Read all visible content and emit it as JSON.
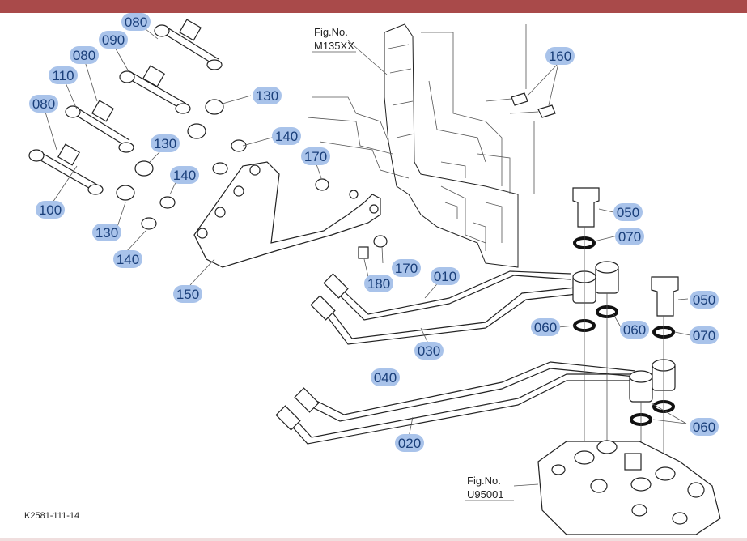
{
  "header": {
    "band_color": "#a94a4a"
  },
  "callout_color": "#a9c3ea",
  "callouts": [
    {
      "label": "080"
    },
    {
      "label": "090"
    },
    {
      "label": "080"
    },
    {
      "label": "110"
    },
    {
      "label": "080"
    },
    {
      "label": "100"
    },
    {
      "label": "130"
    },
    {
      "label": "130"
    },
    {
      "label": "130"
    },
    {
      "label": "140"
    },
    {
      "label": "140"
    },
    {
      "label": "140"
    },
    {
      "label": "150"
    },
    {
      "label": "170"
    },
    {
      "label": "170"
    },
    {
      "label": "180"
    },
    {
      "label": "160"
    },
    {
      "label": "050"
    },
    {
      "label": "070"
    },
    {
      "label": "010"
    },
    {
      "label": "030"
    },
    {
      "label": "060"
    },
    {
      "label": "060"
    },
    {
      "label": "050"
    },
    {
      "label": "070"
    },
    {
      "label": "040"
    },
    {
      "label": "020"
    },
    {
      "label": "060"
    }
  ],
  "fig_refs": [
    {
      "title": "Fig.No.",
      "code": "M135XX"
    },
    {
      "title": "Fig.No.",
      "code": "U95001"
    }
  ],
  "drawing_code": "K2581-111-14"
}
